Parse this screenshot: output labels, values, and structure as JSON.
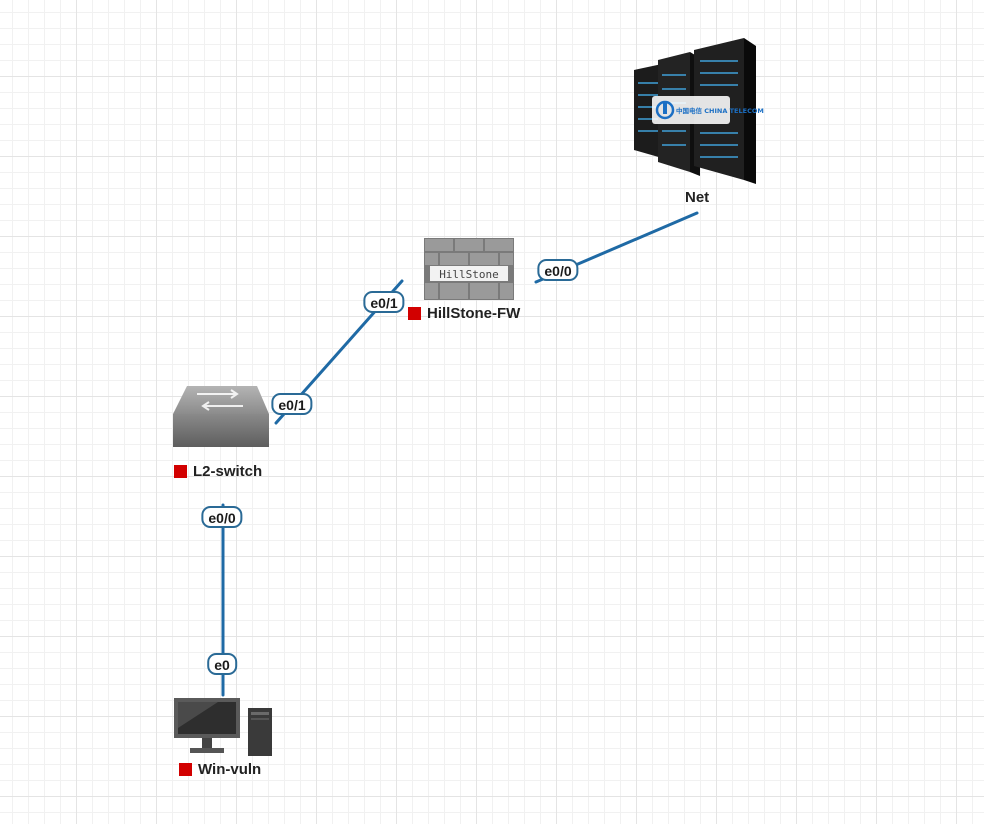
{
  "colors": {
    "link": "#1f6aa5",
    "port_border": "#2a6a96",
    "node_status_stopped": "#d20000",
    "grid_major": "#e4e4e4",
    "grid_minor": "#f1f1f1"
  },
  "nodes": {
    "net": {
      "label": "Net",
      "icon": "cloud-server-rack-icon",
      "badge": "中国电信 CHINA TELECOM"
    },
    "firewall": {
      "label": "HillStone-FW",
      "icon": "firewall-brick-icon",
      "badge": "HillStone",
      "status": "stopped"
    },
    "switch": {
      "label": "L2-switch",
      "icon": "switch-icon",
      "status": "stopped"
    },
    "pc": {
      "label": "Win-vuln",
      "icon": "desktop-computer-icon",
      "status": "stopped"
    }
  },
  "links": [
    {
      "from": "net",
      "to": "firewall",
      "to_port": "e0/0"
    },
    {
      "from": "firewall",
      "to": "switch",
      "from_port": "e0/1",
      "to_port": "e0/1"
    },
    {
      "from": "switch",
      "to": "pc",
      "from_port": "e0/0",
      "to_port": "e0"
    }
  ]
}
